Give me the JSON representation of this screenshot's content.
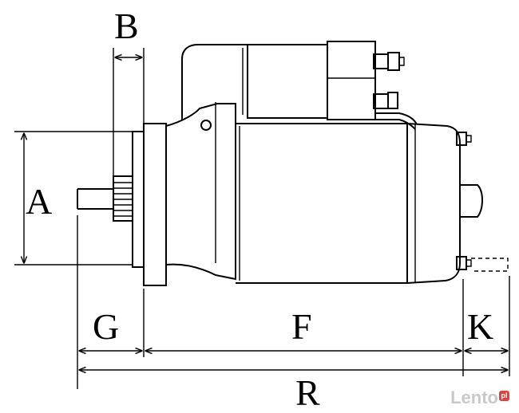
{
  "dimension_labels": {
    "A": "A",
    "B": "B",
    "G": "G",
    "F": "F",
    "K": "K",
    "R": "R"
  },
  "watermark": {
    "text": "Lento",
    "badge": "pl"
  },
  "colors": {
    "line": "#000000",
    "background": "#ffffff",
    "watermark": "#c9c9c9",
    "badge": "#e0413a"
  }
}
